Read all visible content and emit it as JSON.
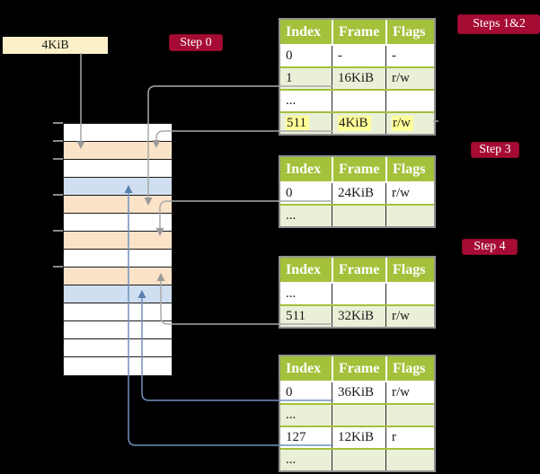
{
  "frame_size_label": "4KiB",
  "badges": {
    "step0": "Step 0",
    "steps12": "Steps 1&2",
    "step3": "Step 3",
    "step4": "Step 4"
  },
  "tables": [
    {
      "name": "page-table-steps-1-2",
      "headers": [
        "Index",
        "Frame",
        "Flags"
      ],
      "rows": [
        {
          "cells": [
            "0",
            "-",
            "-"
          ],
          "shade": "white",
          "highlight": false
        },
        {
          "cells": [
            "1",
            "16KiB",
            "r/w"
          ],
          "shade": "green",
          "highlight": false
        },
        {
          "cells": [
            "...",
            "",
            ""
          ],
          "shade": "white",
          "highlight": false
        },
        {
          "cells": [
            "511",
            "4KiB",
            "r/w"
          ],
          "shade": "green",
          "highlight": true
        }
      ]
    },
    {
      "name": "page-table-step-3",
      "headers": [
        "Index",
        "Frame",
        "Flags"
      ],
      "rows": [
        {
          "cells": [
            "0",
            "24KiB",
            "r/w"
          ],
          "shade": "white",
          "highlight": false
        },
        {
          "cells": [
            "...",
            "",
            ""
          ],
          "shade": "green",
          "highlight": false
        }
      ]
    },
    {
      "name": "page-table-step-4",
      "headers": [
        "Index",
        "Frame",
        "Flags"
      ],
      "rows": [
        {
          "cells": [
            "...",
            "",
            ""
          ],
          "shade": "white",
          "highlight": false
        },
        {
          "cells": [
            "511",
            "32KiB",
            "r/w"
          ],
          "shade": "green",
          "highlight": false
        }
      ]
    },
    {
      "name": "page-table-final",
      "headers": [
        "Index",
        "Frame",
        "Flags"
      ],
      "rows": [
        {
          "cells": [
            "0",
            "36KiB",
            "r/w"
          ],
          "shade": "white",
          "highlight": false
        },
        {
          "cells": [
            "...",
            "",
            ""
          ],
          "shade": "green",
          "highlight": false
        },
        {
          "cells": [
            "127",
            "12KiB",
            "r"
          ],
          "shade": "white",
          "highlight": false
        },
        {
          "cells": [
            "...",
            "",
            ""
          ],
          "shade": "green",
          "highlight": false
        }
      ]
    }
  ],
  "memory_column": {
    "rows": [
      "white",
      "orange",
      "white",
      "blue",
      "orange",
      "white",
      "orange",
      "white",
      "orange",
      "blue",
      "white",
      "white",
      "white",
      "white"
    ]
  },
  "connectors": [
    {
      "name": "connector-4kib-label",
      "from": "4KiB label",
      "to": "memory frame 4KiB",
      "color": "gray"
    },
    {
      "name": "connector-frame-16kib",
      "from": "index 1 / 16KiB",
      "to": "memory frame 16KiB",
      "color": "gray"
    },
    {
      "name": "connector-frame-4kib",
      "from": "index 511 / 4KiB",
      "to": "memory frame 4KiB",
      "color": "gray"
    },
    {
      "name": "connector-frame-24kib",
      "from": "index 0 / 24KiB",
      "to": "memory frame 24KiB",
      "color": "gray"
    },
    {
      "name": "connector-frame-32kib",
      "from": "index 511 / 32KiB",
      "to": "memory frame 32KiB",
      "color": "gray"
    },
    {
      "name": "connector-frame-36kib",
      "from": "index 0 / 36KiB",
      "to": "memory frame 36KiB",
      "color": "blue"
    },
    {
      "name": "connector-frame-12kib",
      "from": "index 127 / 12KiB",
      "to": "memory frame 12KiB",
      "color": "blue"
    }
  ],
  "colors": {
    "background": "#000000",
    "table_header_green": "#a3c13a",
    "table_row_green": "#eaf0d8",
    "table_border_gray": "#919191",
    "memory_orange": "#fbe3c8",
    "memory_blue": "#cfdff1",
    "label_wheat": "#fdf0c9",
    "badge_red": "#a60c33",
    "connector_gray": "#a9a9a9",
    "connector_blue": "#7090bc",
    "highlight_yellow": "#ffff99"
  }
}
